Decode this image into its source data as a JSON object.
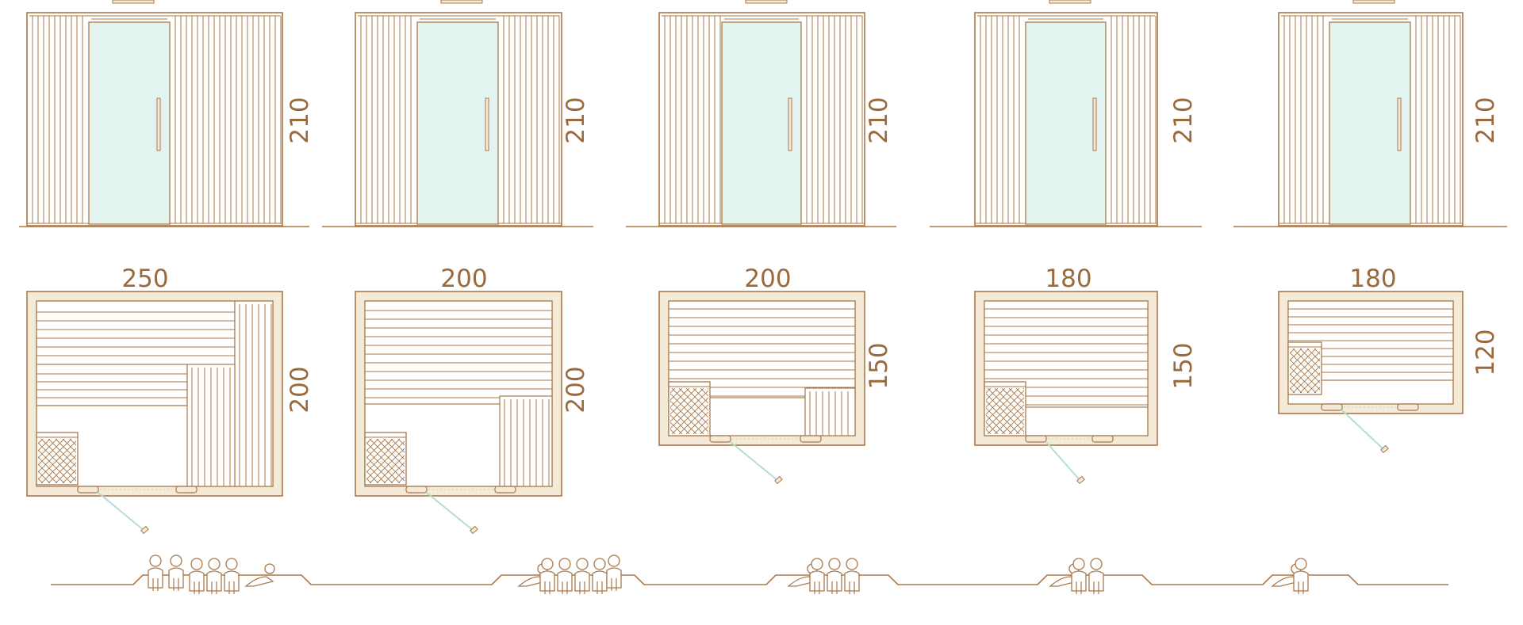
{
  "colors": {
    "line": "#a9784a",
    "wood_fill": "#f4ead8",
    "glass": "#e3f3f0",
    "glass_edge": "#b6dcd6",
    "text": "#9a6a3c"
  },
  "models": [
    {
      "id": "m1",
      "elevation_height": "210",
      "plan_width": "250",
      "plan_depth": "200",
      "people_icons": 6
    },
    {
      "id": "m2",
      "elevation_height": "210",
      "plan_width": "200",
      "plan_depth": "200",
      "people_icons": 5
    },
    {
      "id": "m3",
      "elevation_height": "210",
      "plan_width": "200",
      "plan_depth": "150",
      "people_icons": 4
    },
    {
      "id": "m4",
      "elevation_height": "210",
      "plan_width": "180",
      "plan_depth": "150",
      "people_icons": 3
    },
    {
      "id": "m5",
      "elevation_height": "210",
      "plan_width": "180",
      "plan_depth": "120",
      "people_icons": 2
    }
  ],
  "icons": {
    "person": "person-icon",
    "reclining_person": "reclining-person-icon",
    "door_handle": "door-handle-icon",
    "stove_grille": "stove-grille-icon"
  }
}
